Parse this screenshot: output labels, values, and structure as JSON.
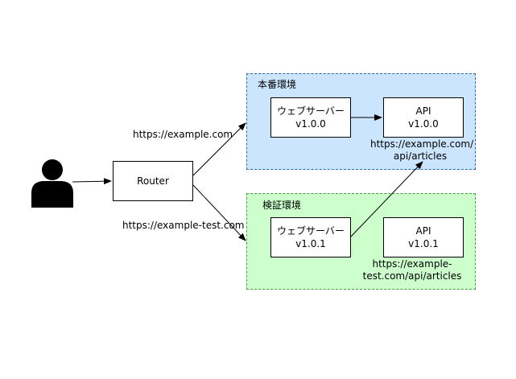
{
  "environments": {
    "production": {
      "label": "本番環境",
      "color": "#cce5ff"
    },
    "test": {
      "label": "検証環境",
      "color": "#ccffcc"
    }
  },
  "router": {
    "label": "Router"
  },
  "routes": {
    "production": "https://example.com",
    "test": "https://example-test.com"
  },
  "prod_web": {
    "name": "ウェブサーバー",
    "version": "v1.0.0"
  },
  "prod_api": {
    "name": "API",
    "version": "v1.0.0",
    "url_line1": "https://example.com/",
    "url_line2": "api/articles"
  },
  "test_web": {
    "name": "ウェブサーバー",
    "version": "v1.0.1"
  },
  "test_api": {
    "name": "API",
    "version": "v1.0.1",
    "url_line1": "https://example-",
    "url_line2": "test.com/api/articles"
  },
  "icons": {
    "user": "person-icon"
  }
}
